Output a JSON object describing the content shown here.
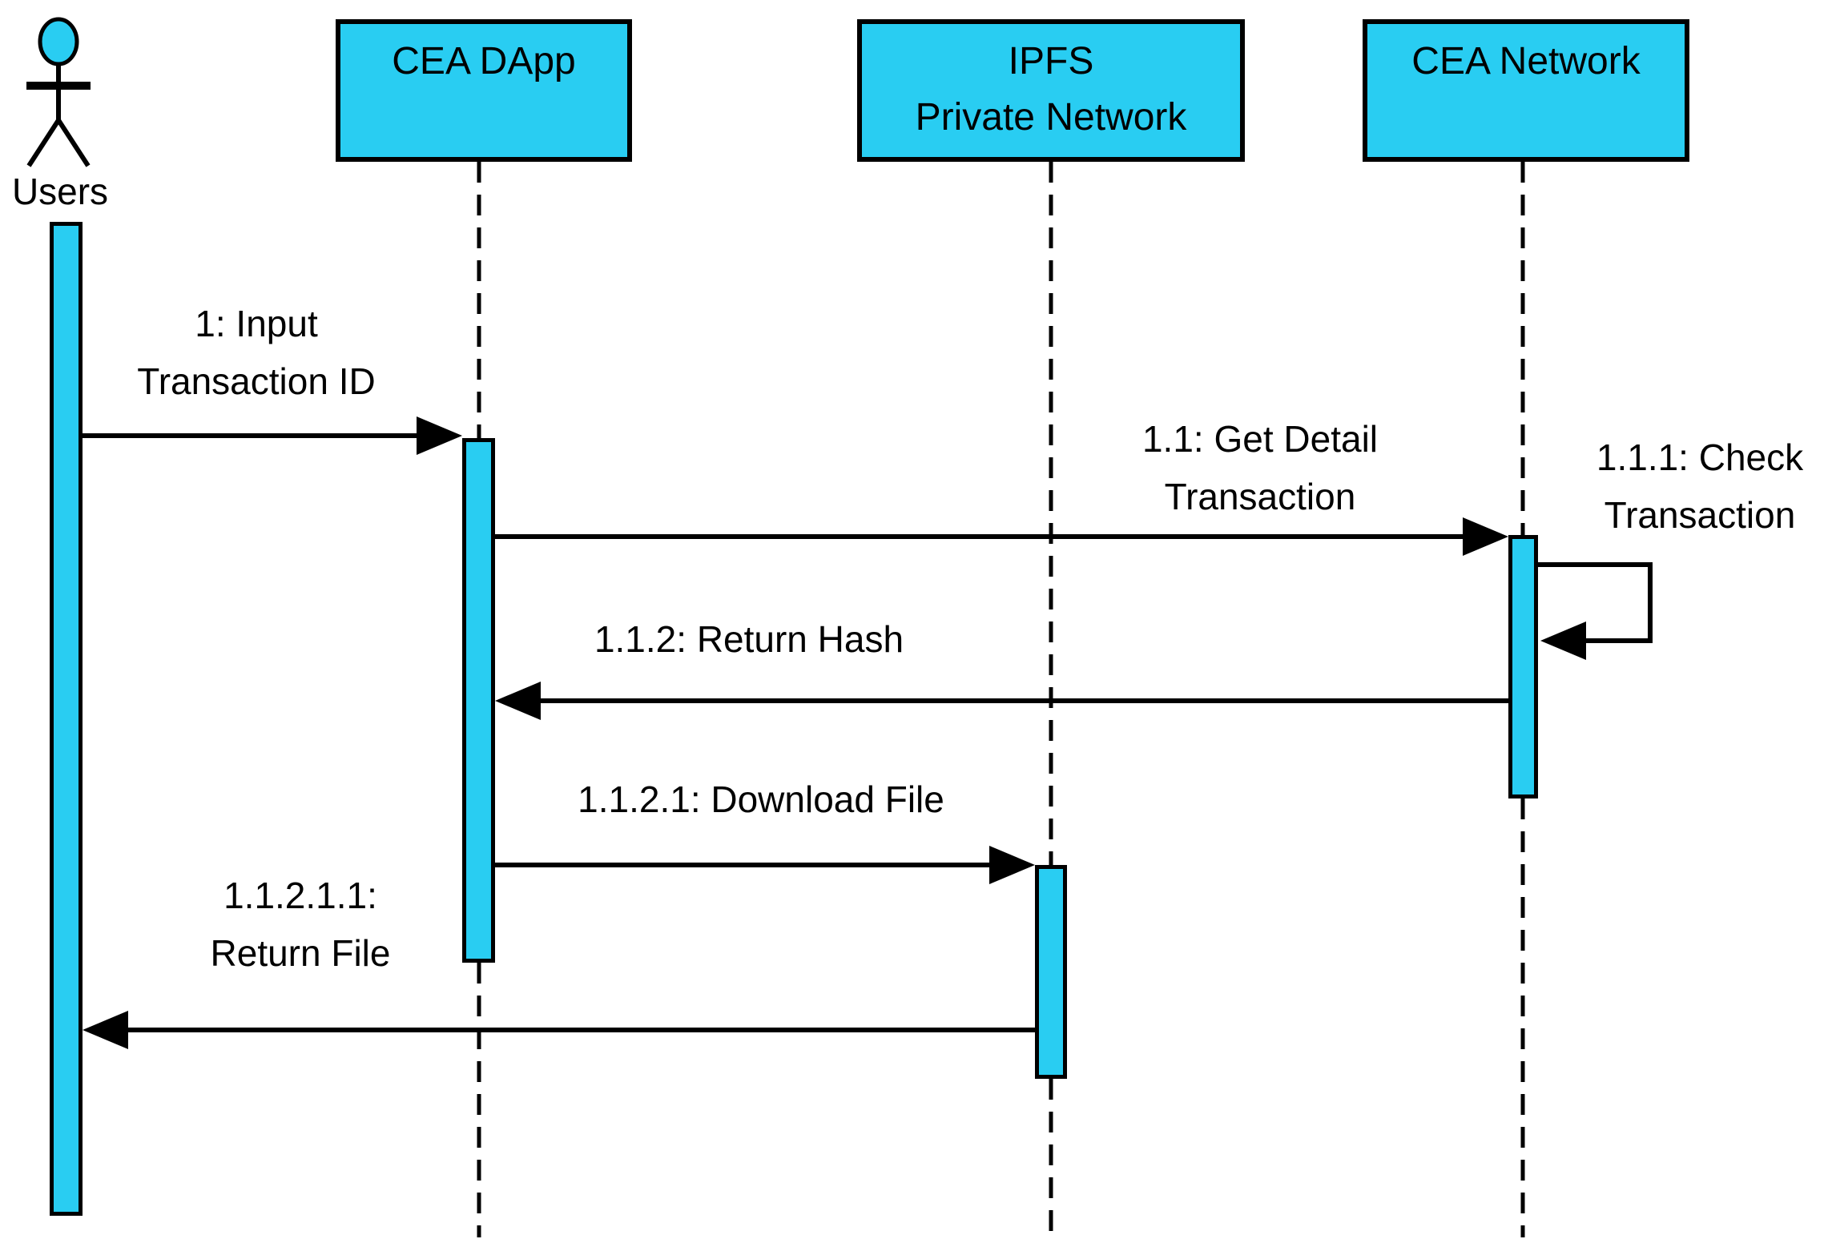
{
  "diagram_type": "uml-sequence-diagram",
  "colors": {
    "fill": "#29CDF2",
    "line": "#000000",
    "background": "#FFFFFF"
  },
  "actor": {
    "name": "Users"
  },
  "participants": {
    "dapp": {
      "line1": "CEA DApp"
    },
    "ipfs": {
      "line1": "IPFS",
      "line2": "Private Network"
    },
    "cea": {
      "line1": "CEA Network"
    }
  },
  "messages": {
    "m1": {
      "line1": "1: Input",
      "line2": "Transaction ID",
      "from": "Users",
      "to": "CEA DApp"
    },
    "m2": {
      "line1": "1.1: Get Detail",
      "line2": "Transaction",
      "from": "CEA DApp",
      "to": "CEA Network"
    },
    "m3": {
      "line1": "1.1.1: Check",
      "line2": "Transaction",
      "from": "CEA Network",
      "to": "CEA Network",
      "self_message": true
    },
    "m4": {
      "line1": "1.1.2: Return Hash",
      "from": "CEA Network",
      "to": "CEA DApp"
    },
    "m5": {
      "line1": "1.1.2.1: Download File",
      "from": "CEA DApp",
      "to": "IPFS Private Network"
    },
    "m6": {
      "line1": "1.1.2.1.1:",
      "line2": "Return File",
      "from": "IPFS Private Network",
      "to": "Users"
    }
  }
}
